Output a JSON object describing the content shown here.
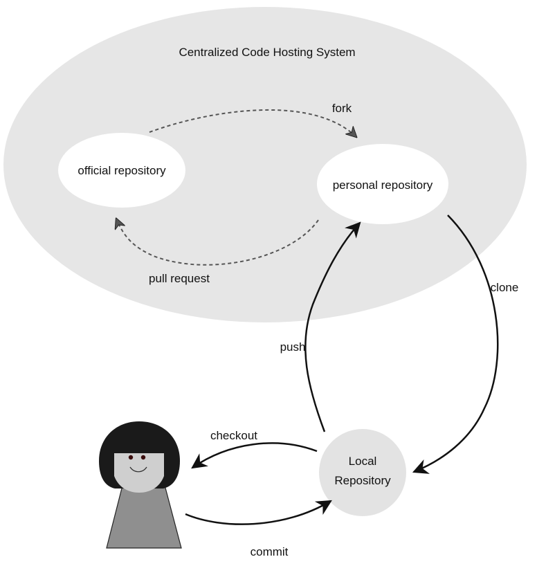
{
  "title": "Centralized Code Hosting System",
  "nodes": {
    "official": "official repository",
    "personal": "personal repository",
    "local_line1": "Local",
    "local_line2": "Repository"
  },
  "edges": {
    "fork": "fork",
    "pull_request": "pull request",
    "clone": "clone",
    "push": "push",
    "checkout": "checkout",
    "commit": "commit"
  },
  "colors": {
    "system_fill": "#e6e6e6",
    "node_fill": "#ffffff",
    "local_fill": "#e3e3e3",
    "person_body": "#8f8f8f",
    "person_hair": "#1a1a1a",
    "person_face": "#cfcfcf",
    "arrow": "#111111",
    "dashed_arrow": "#555555"
  }
}
